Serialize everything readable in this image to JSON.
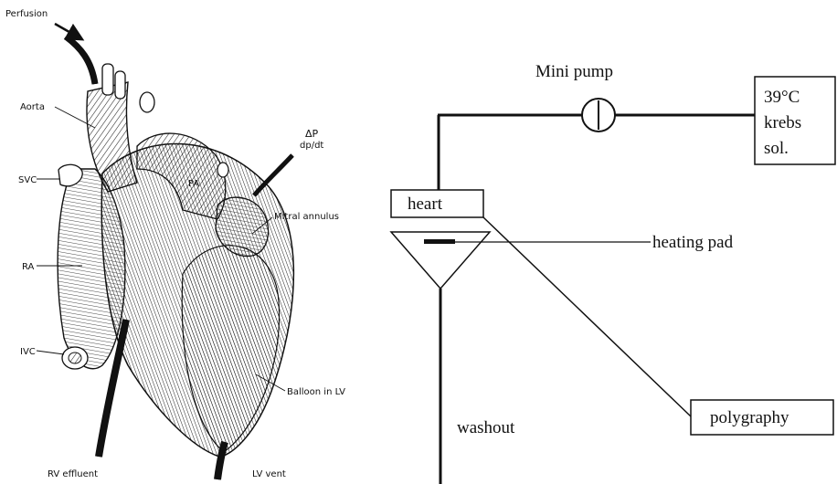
{
  "heart_illustration": {
    "labels": {
      "perfusion": "Perfusion",
      "aorta": "Aorta",
      "svc": "SVC",
      "pa": "PA",
      "delta_p": "ΔP",
      "dp_dt": "dp/dt",
      "mitral_annulus": "Mitral annulus",
      "ra": "RA",
      "ivc": "IVC",
      "balloon_in_lv": "Balloon in LV",
      "rv_effluent": "RV effluent",
      "lv_vent": "LV vent"
    }
  },
  "schematic": {
    "labels": {
      "mini_pump": "Mini pump",
      "reservoir_line1": "39°C",
      "reservoir_line2": "krebs",
      "reservoir_line3": "sol.",
      "heart": "heart",
      "heating_pad": "heating pad",
      "polygraphy": "polygraphy",
      "washout": "washout"
    }
  }
}
